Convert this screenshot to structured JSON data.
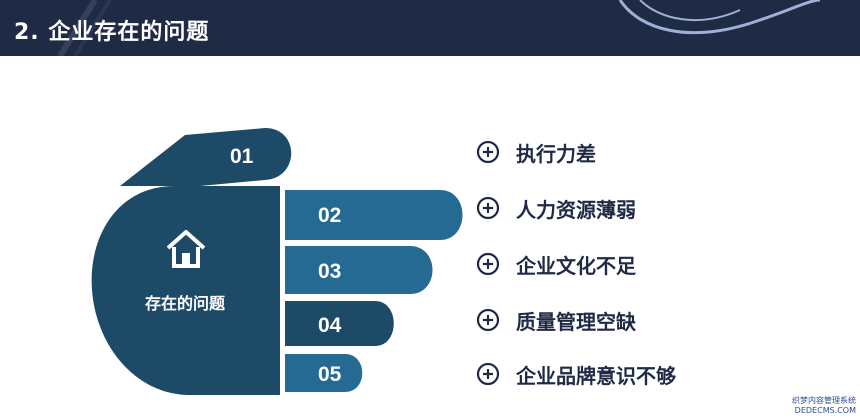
{
  "header": {
    "title": "2. 企业存在的问题"
  },
  "center": {
    "label": "存在的问题",
    "icon": "house-icon"
  },
  "fingers": [
    "01",
    "02",
    "03",
    "04",
    "05"
  ],
  "items": [
    {
      "icon": "plus-circle-icon",
      "label": "执行力差"
    },
    {
      "icon": "plus-circle-icon",
      "label": "人力资源薄弱"
    },
    {
      "icon": "plus-circle-icon",
      "label": "企业文化不足"
    },
    {
      "icon": "plus-circle-icon",
      "label": "质量管理空缺"
    },
    {
      "icon": "plus-circle-icon",
      "label": "企业品牌意识不够"
    }
  ],
  "watermark": {
    "line1": "织梦内容管理系统",
    "line2": "DEDECMS.COM"
  },
  "colors": {
    "header_bg": "#1f2a44",
    "dark_teal": "#1d4a66",
    "mid_blue": "#256a92",
    "light_blue": "#2e7fb0",
    "text": "#1f2a44"
  }
}
